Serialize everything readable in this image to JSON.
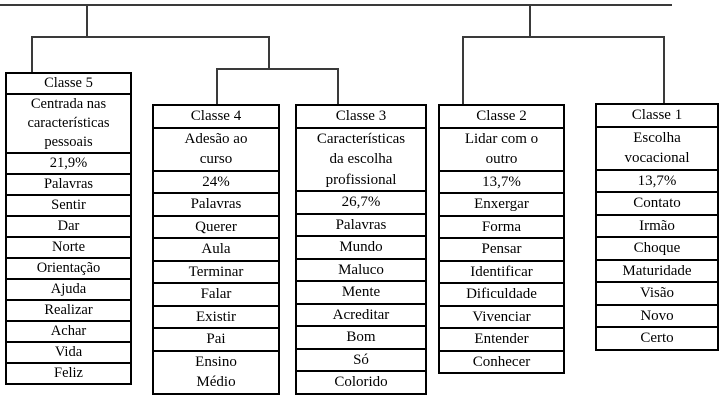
{
  "diagram": {
    "type": "dendrogram",
    "language": "pt-BR",
    "colors": {
      "background": "#ffffff",
      "tree_line": "#3a3a3a",
      "box_border": "#000000",
      "text": "#000000"
    },
    "classes": [
      {
        "title": "Classe 5",
        "description": "Centrada nas\ncaracterísticas\npessoais",
        "percent": "21,9%",
        "words_label": "Palavras",
        "words": [
          "Sentir",
          "Dar",
          "Norte",
          "Orientação",
          "Ajuda",
          "Realizar",
          "Achar",
          "Vida",
          "Feliz"
        ]
      },
      {
        "title": "Classe 4",
        "description": "Adesão ao\ncurso",
        "percent": "24%",
        "words_label": "Palavras",
        "words": [
          "Querer",
          "Aula",
          "Terminar",
          "Falar",
          "Existir",
          "Pai",
          "Ensino\nMédio"
        ]
      },
      {
        "title": "Classe 3",
        "description": "Características\nda escolha\nprofissional",
        "percent": "26,7%",
        "words_label": "Palavras",
        "words": [
          "Mundo",
          "Maluco",
          "Mente",
          "Acreditar",
          "Bom",
          "Só",
          "Colorido"
        ]
      },
      {
        "title": "Classe 2",
        "description": "Lidar com o\noutro",
        "percent": "13,7%",
        "words": [
          "Enxergar",
          "Forma",
          "Pensar",
          "Identificar",
          "Dificuldade",
          "Vivenciar",
          "Entender",
          "Conhecer"
        ]
      },
      {
        "title": "Classe 1",
        "description": "Escolha\nvocacional",
        "percent": "13,7%",
        "words": [
          "Contato",
          "Irmão",
          "Choque",
          "Maturidade",
          "Visão",
          "Novo",
          "Certo"
        ]
      }
    ]
  }
}
